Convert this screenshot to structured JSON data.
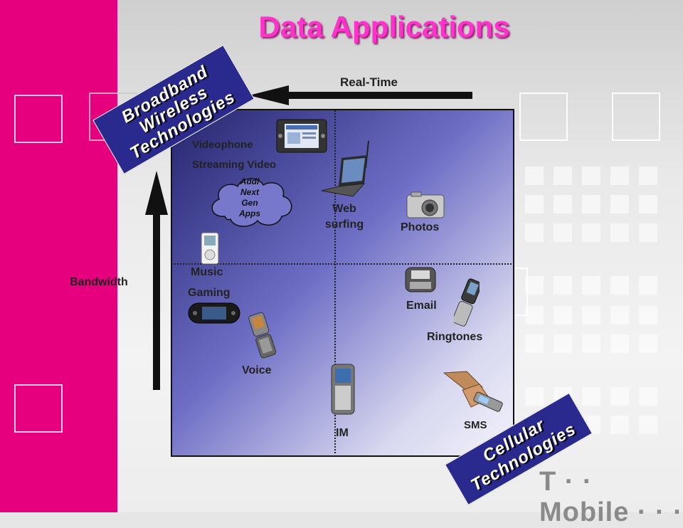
{
  "title": "Data Applications",
  "axes": {
    "real_time_label": "Real-Time",
    "bandwidth_label": "Bandwidth"
  },
  "banners": {
    "broadband": [
      "Broadband",
      "Wireless",
      "Technologies"
    ],
    "cellular": [
      "Cellular",
      "Technologies"
    ]
  },
  "apps": {
    "videophone": "Videophone",
    "streaming_video": "Streaming Video",
    "cloud": [
      "Addl",
      "Next",
      "Gen",
      "Apps"
    ],
    "web_surfing": [
      "Web",
      "surfing"
    ],
    "photos": "Photos",
    "music": "Music",
    "gaming": "Gaming",
    "email": "Email",
    "ringtones": "Ringtones",
    "voice": "Voice",
    "im": "IM",
    "sms": "SMS"
  },
  "logo": {
    "brand": "T · · Mobile · · ·"
  },
  "colors": {
    "magenta": "#e6007e",
    "title": "#ff33cc",
    "banner": "#2a2a8e"
  }
}
